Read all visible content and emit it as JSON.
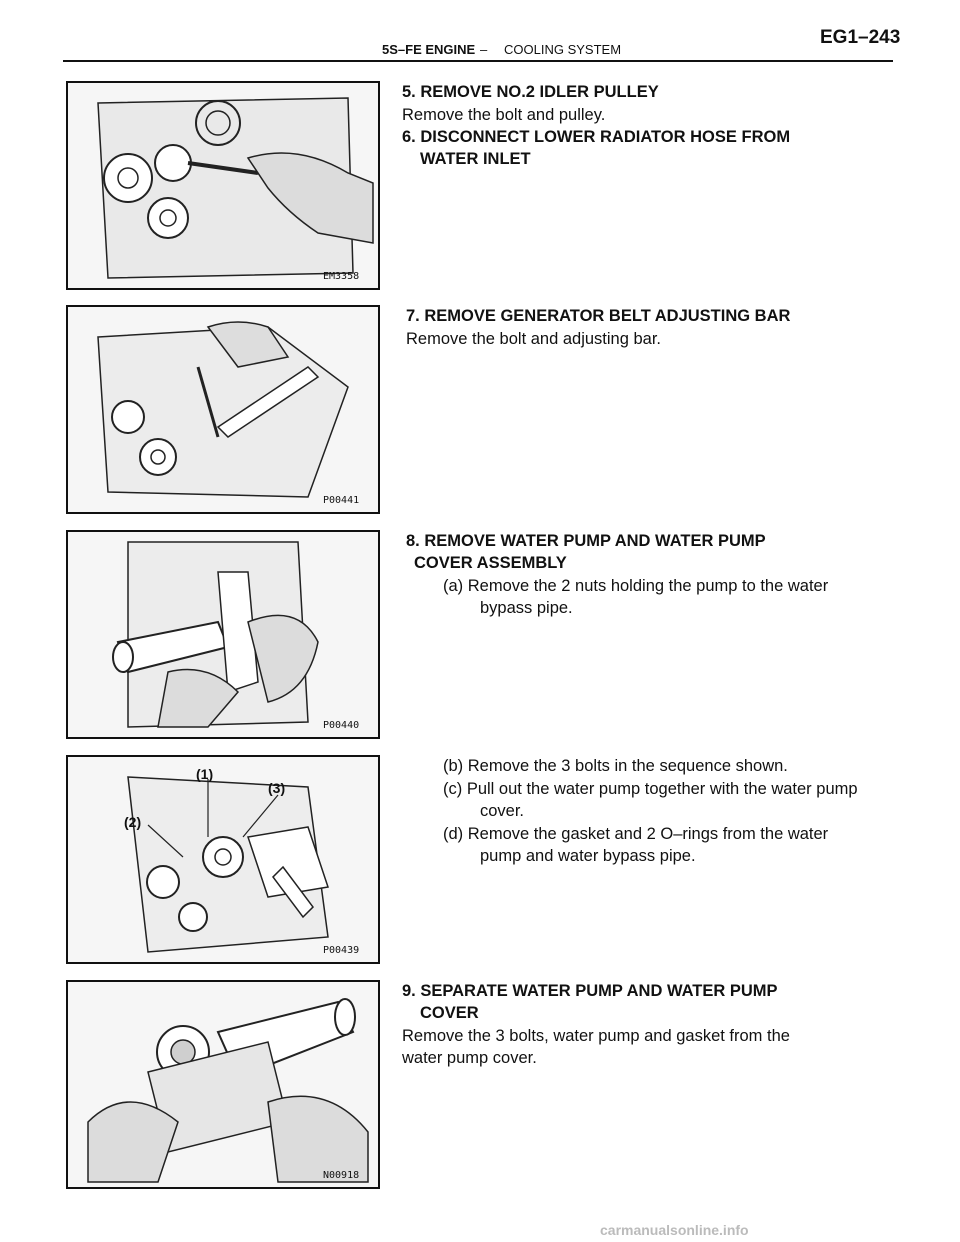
{
  "header": {
    "section": "5S–FE ENGINE",
    "dash": "–",
    "subsection": "COOLING SYSTEM",
    "page": "EG1–243"
  },
  "figures": {
    "fig1_code": "EM3358",
    "fig2_code": "P00441",
    "fig3_code": "P00440",
    "fig4_code": "P00439",
    "fig5_code": "N00918",
    "fig4_callouts": [
      "(1)",
      "(2)",
      "(3)"
    ]
  },
  "steps": {
    "s5_title": "5. REMOVE NO.2 IDLER PULLEY",
    "s5_body": "Remove the bolt and pulley.",
    "s6_title_1": "6. DISCONNECT LOWER RADIATOR HOSE FROM",
    "s6_title_2": "WATER INLET",
    "s7_title": "7. REMOVE GENERATOR BELT ADJUSTING BAR",
    "s7_body": "Remove the bolt and adjusting bar.",
    "s8_title_1": "8. REMOVE WATER PUMP AND WATER PUMP",
    "s8_title_2": "COVER ASSEMBLY",
    "s8_a_1": "(a) Remove the 2 nuts holding the pump to the water",
    "s8_a_2": "bypass pipe.",
    "s8_b": "(b) Remove the 3 bolts in the sequence shown.",
    "s8_c_1": "(c) Pull out the water pump together with the water pump",
    "s8_c_2": "cover.",
    "s8_d_1": "(d) Remove the gasket and 2 O–rings from the water",
    "s8_d_2": "pump and water bypass pipe.",
    "s9_title_1": "9. SEPARATE WATER PUMP AND WATER PUMP",
    "s9_title_2": "COVER",
    "s9_body_1": "Remove the 3 bolts, water pump and gasket from the",
    "s9_body_2": "water pump cover."
  },
  "footer": {
    "watermark": "carmanualsonline.info"
  }
}
